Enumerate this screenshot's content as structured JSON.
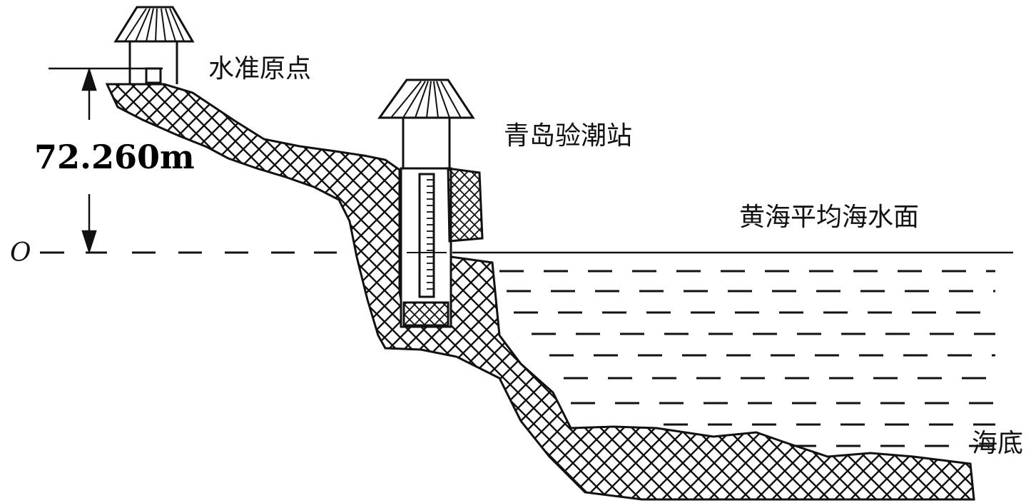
{
  "labels": {
    "benchmark_origin": "水准原点",
    "tide_station": "青岛验潮站",
    "mean_sea_level": "黄海平均海水面",
    "seabed": "海底",
    "height": "72.260m",
    "origin_symbol": "O"
  }
}
